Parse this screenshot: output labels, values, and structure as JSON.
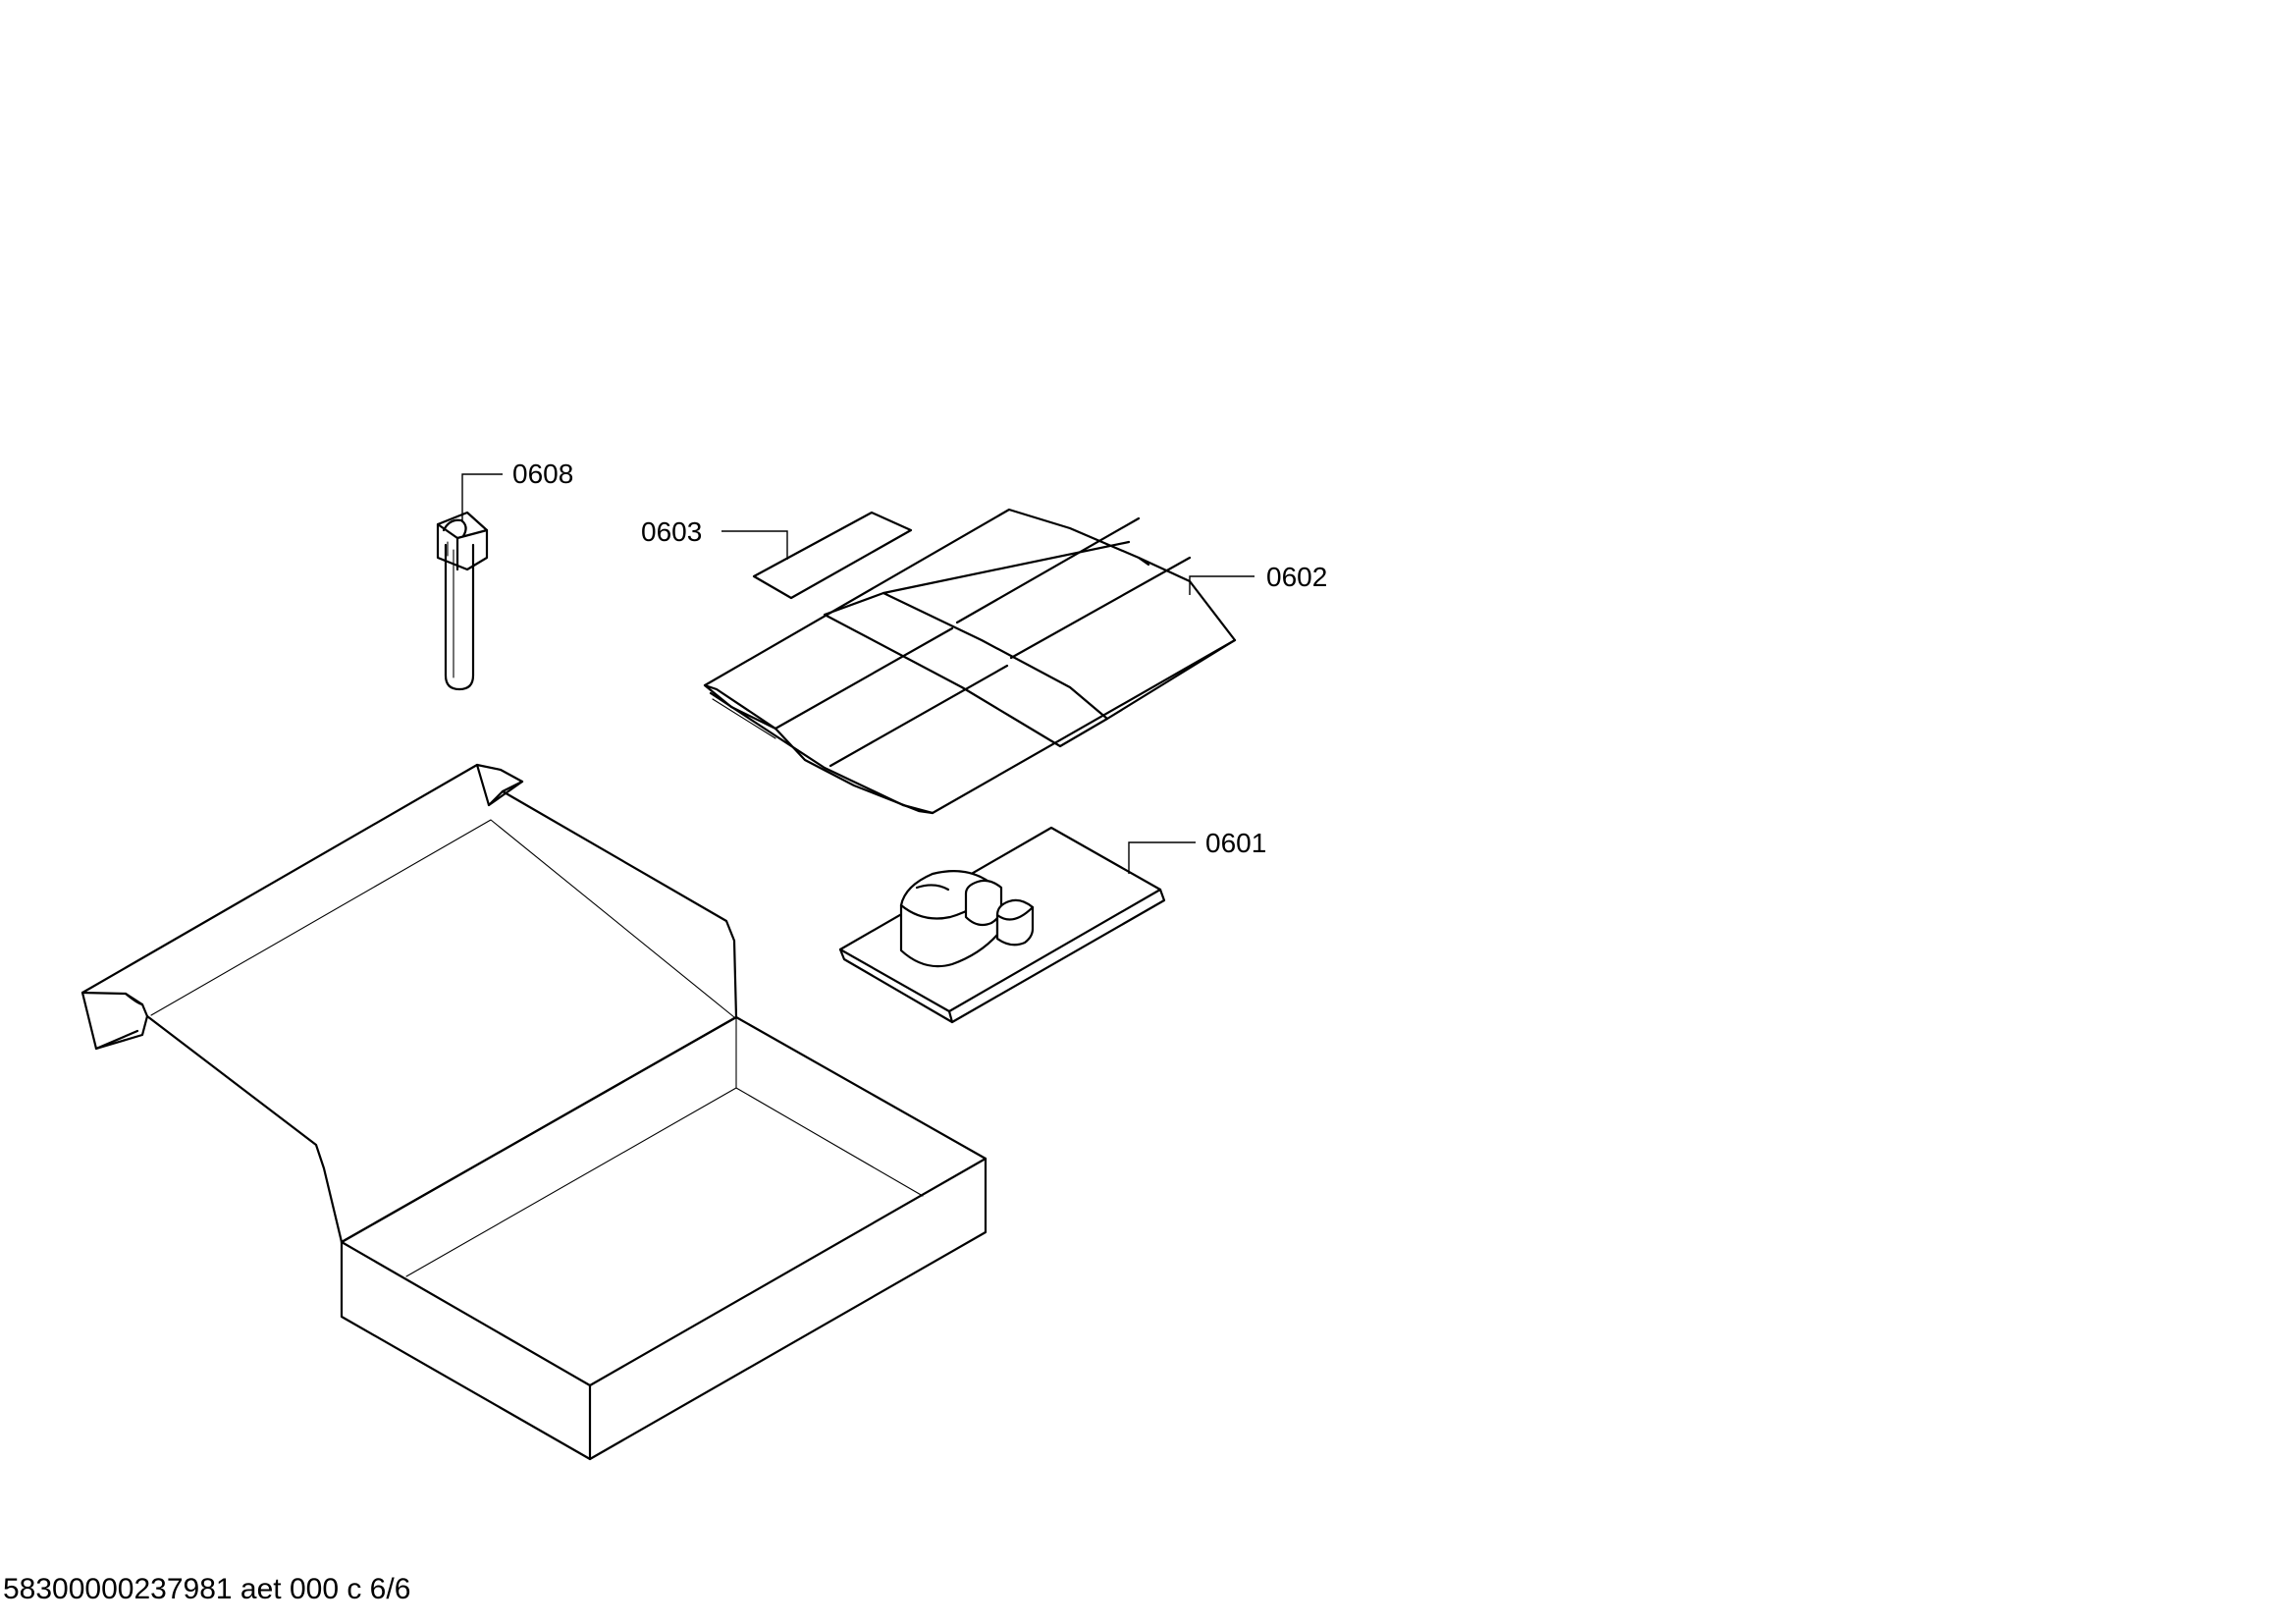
{
  "diagram": {
    "callouts": {
      "c0608": "0608",
      "c0603": "0603",
      "c0602": "0602",
      "c0601": "0601"
    },
    "footer": "58300000237981 aet 000 c 6/6",
    "line_color": "#000000",
    "background_color": "#ffffff"
  }
}
